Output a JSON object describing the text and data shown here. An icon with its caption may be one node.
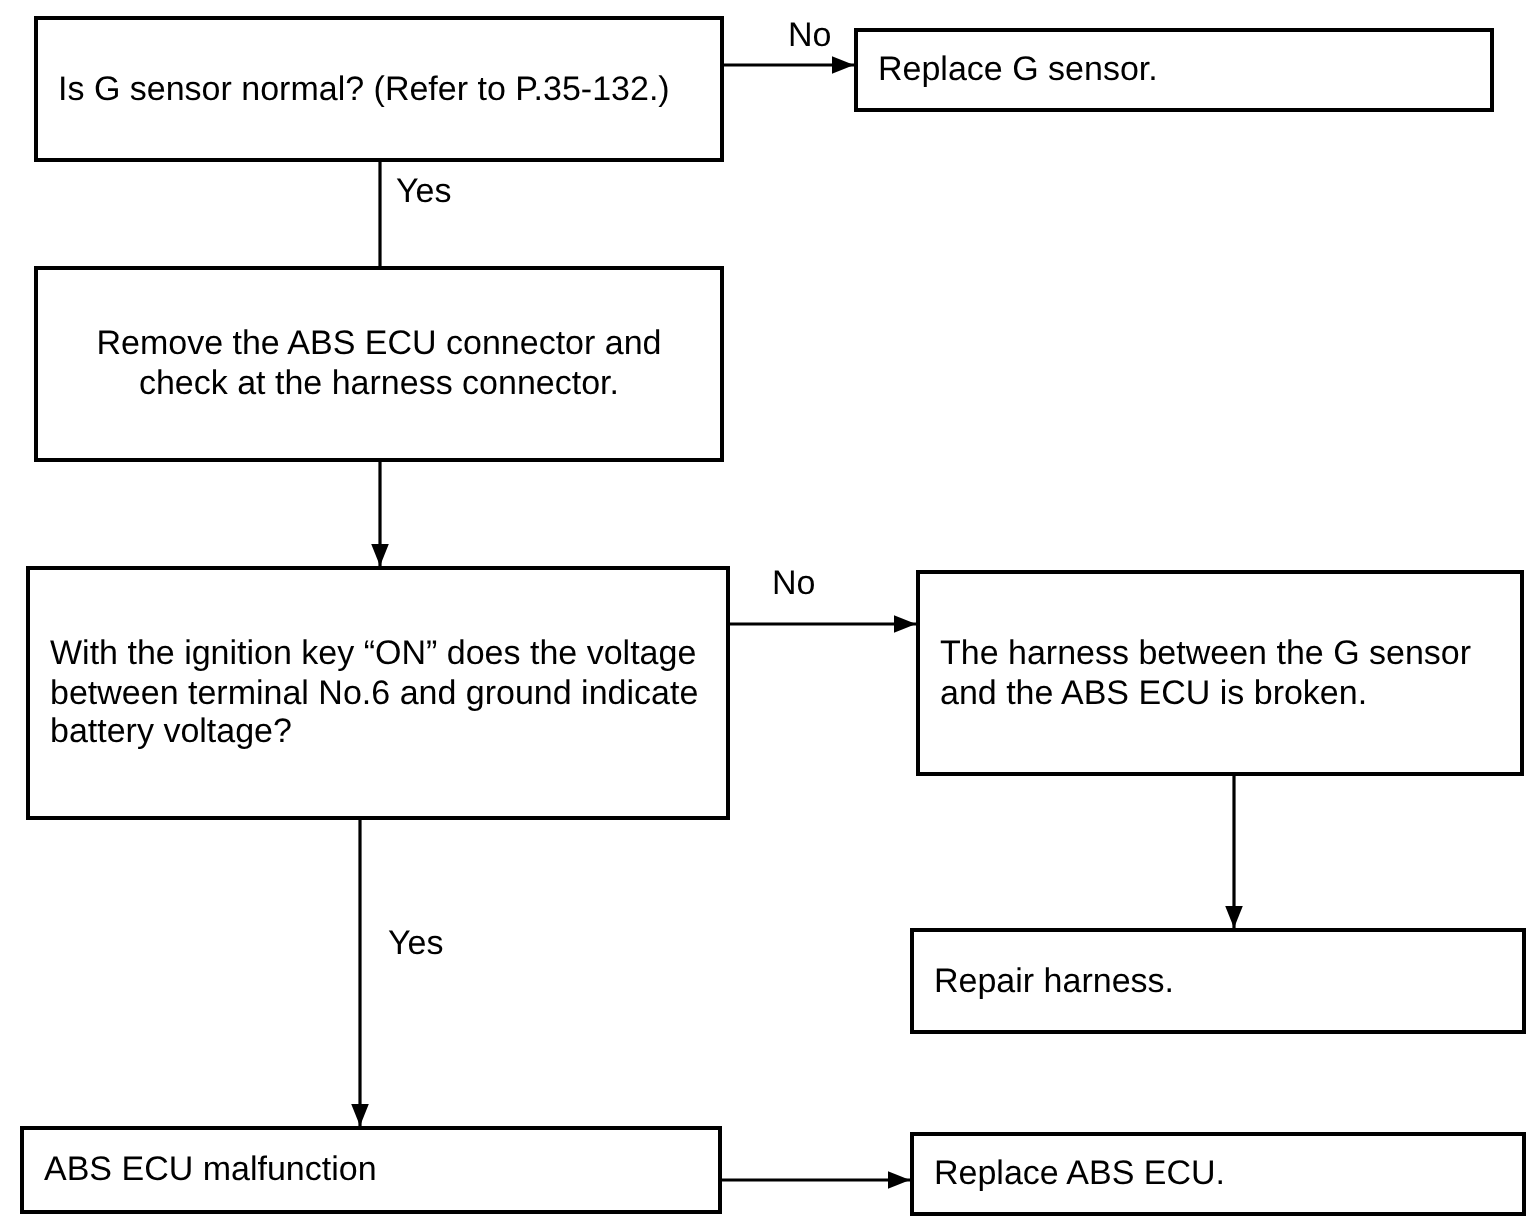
{
  "diagram": {
    "nodes": [
      {
        "text": [
          "Is G sensor normal? (Refer to P.35-132.)"
        ]
      },
      {
        "text": [
          "Replace G sensor."
        ]
      },
      {
        "text": [
          "Remove the ABS ECU connector and check at the harness connector."
        ]
      },
      {
        "text": [
          "With the ignition key “ON” does the voltage between terminal No.6 and ground indicate battery voltage?"
        ]
      },
      {
        "text": [
          "The harness between the G sensor and the ABS ECU is broken."
        ]
      },
      {
        "text": [
          "Repair harness."
        ]
      },
      {
        "text": [
          "ABS ECU malfunction"
        ]
      },
      {
        "text": [
          "Replace ABS ECU."
        ]
      }
    ],
    "edges": [
      {
        "from": 0,
        "to": 1,
        "arrow": "to",
        "label": "No"
      },
      {
        "from": 0,
        "to": 2,
        "arrow": "none",
        "label": "Yes"
      },
      {
        "from": 2,
        "to": 3,
        "arrow": "to"
      },
      {
        "from": 3,
        "to": 4,
        "arrow": "to",
        "label": "No"
      },
      {
        "from": 3,
        "to": 6,
        "arrow": "to",
        "label": "Yes"
      },
      {
        "from": 4,
        "to": 5,
        "arrow": "to"
      },
      {
        "from": 6,
        "to": 7,
        "arrow": "to"
      }
    ]
  }
}
